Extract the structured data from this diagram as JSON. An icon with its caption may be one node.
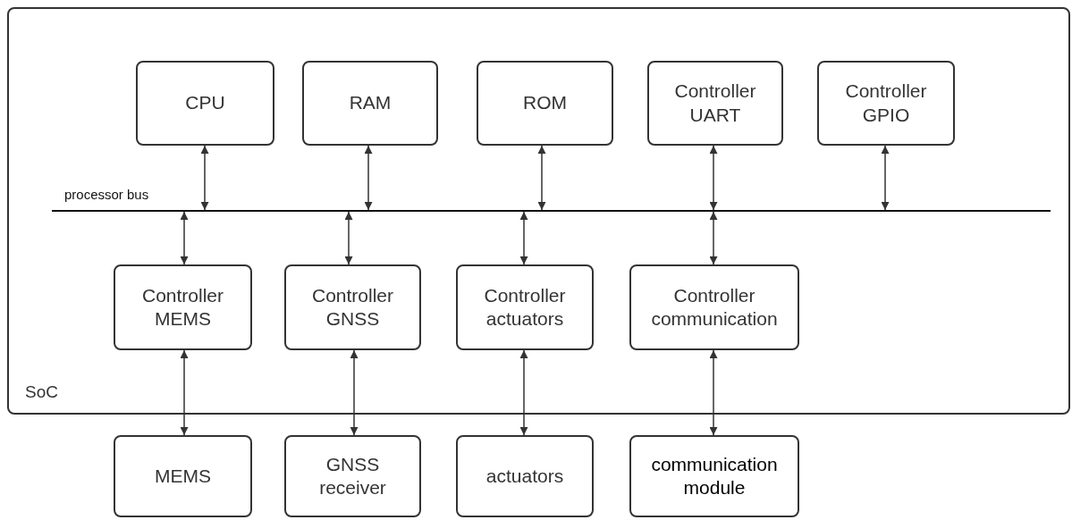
{
  "diagram": {
    "nodes": [
      {
        "text": [
          "SoC"
        ]
      },
      {
        "text": [
          "CPU"
        ],
        "in": 0
      },
      {
        "text": [
          "RAM"
        ],
        "in": 0
      },
      {
        "text": [
          "ROM"
        ],
        "in": 0
      },
      {
        "text": [
          "Controller UART"
        ],
        "in": 0
      },
      {
        "text": [
          "Controller GPIO"
        ],
        "in": 0
      },
      {
        "text": [],
        "shape": "bar",
        "beside": [
          "processor bus"
        ],
        "in": 0
      },
      {
        "text": [
          "Controller MEMS"
        ],
        "in": 0
      },
      {
        "text": [
          "Controller GNSS"
        ],
        "in": 0
      },
      {
        "text": [
          "Controller actuators"
        ],
        "in": 0
      },
      {
        "text": [
          "Controller communication"
        ],
        "in": 0
      },
      {
        "text": [
          "MEMS"
        ]
      },
      {
        "text": [
          "GNSS receiver"
        ]
      },
      {
        "text": [
          "actuators"
        ]
      },
      {
        "text": [
          "communication module"
        ]
      }
    ],
    "edges": [
      {
        "from": 1,
        "to": 6,
        "arrow": "both"
      },
      {
        "from": 2,
        "to": 6,
        "arrow": "both"
      },
      {
        "from": 3,
        "to": 6,
        "arrow": "both"
      },
      {
        "from": 4,
        "to": 6,
        "arrow": "both"
      },
      {
        "from": 5,
        "to": 6,
        "arrow": "both"
      },
      {
        "from": 6,
        "to": 7,
        "arrow": "both"
      },
      {
        "from": 6,
        "to": 8,
        "arrow": "both"
      },
      {
        "from": 6,
        "to": 9,
        "arrow": "both"
      },
      {
        "from": 6,
        "to": 10,
        "arrow": "both"
      },
      {
        "from": 7,
        "to": 11,
        "arrow": "both"
      },
      {
        "from": 8,
        "to": 12,
        "arrow": "both"
      },
      {
        "from": 9,
        "to": 13,
        "arrow": "both"
      },
      {
        "from": 10,
        "to": 14,
        "arrow": "both"
      }
    ]
  }
}
